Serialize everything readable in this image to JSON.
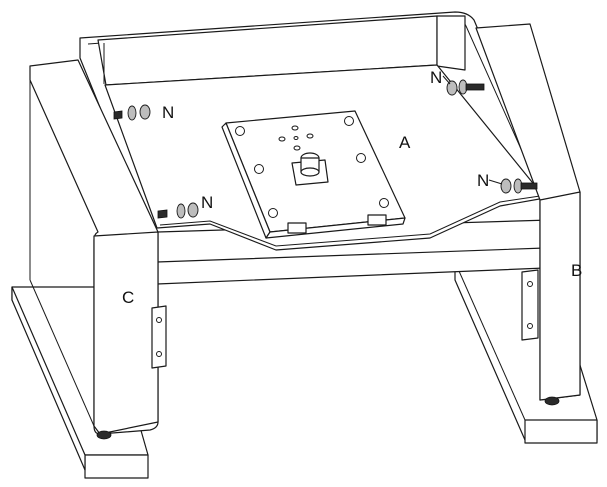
{
  "labels": {
    "plate": "A",
    "right_leg": "B",
    "left_leg": "C",
    "nut_upper_left": "N",
    "nut_lower_left": "N",
    "nut_upper_right": "N",
    "nut_lower_right": "N"
  },
  "colors": {
    "line": "#1a1a1a",
    "fill": "#ffffff",
    "hardware": "#bdbdbd"
  }
}
